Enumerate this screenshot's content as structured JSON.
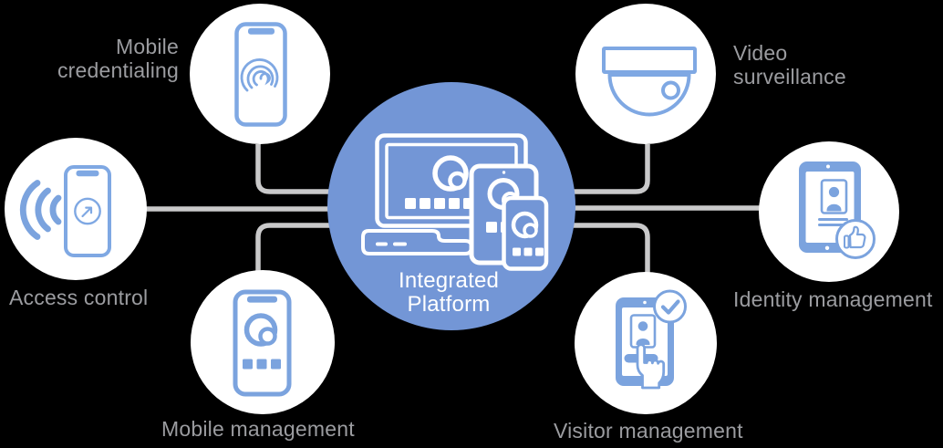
{
  "colors": {
    "background": "#000000",
    "center_blue": "#7396d6",
    "icon_blue": "#7fa8e3",
    "icon_blue_strong": "#7ba3de",
    "connector_gray": "#c9c9ca",
    "label_gray": "#9b9ca0",
    "white": "#ffffff"
  },
  "diagram": {
    "title": "Integrated platform diagram",
    "center": {
      "id": "integrated-platform",
      "label": "Integrated\nPlatform",
      "icon": "laptop-tablet-phone-devices-icon"
    },
    "nodes": [
      {
        "id": "mobile-credentialing",
        "label": "Mobile\ncredentialing",
        "icon": "phone-fingerprint-icon",
        "position": "top-left"
      },
      {
        "id": "video-surveillance",
        "label": "Video\nsurveillance",
        "icon": "dome-camera-icon",
        "position": "top-right"
      },
      {
        "id": "access-control",
        "label": "Access control",
        "icon": "phone-wireless-icon",
        "position": "left"
      },
      {
        "id": "identity-management",
        "label": "Identity management",
        "icon": "tablet-id-thumbsup-icon",
        "position": "right"
      },
      {
        "id": "mobile-management",
        "label": "Mobile management",
        "icon": "phone-logo-icon",
        "position": "bottom-left"
      },
      {
        "id": "visitor-management",
        "label": "Visitor management",
        "icon": "tablet-checkin-hand-icon",
        "position": "bottom-right"
      }
    ]
  }
}
